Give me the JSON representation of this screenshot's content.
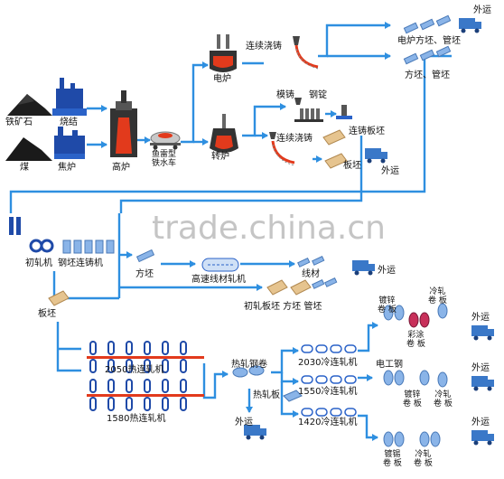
{
  "colors": {
    "flow": "#2e8fe0",
    "steel_dark": "#2a2a2a",
    "molten": "#e23a1c",
    "coil_blue": "#8ab4e8",
    "slab_tan": "#e6c48f",
    "truck_blue": "#3a78c8"
  },
  "watermark": "trade.china.cn",
  "labels": {
    "iron_ore": "铁矿石",
    "sinter": "烧结",
    "coal": "煤",
    "coke_oven": "焦炉",
    "blast_furnace": "高炉",
    "torpedo_car": "鱼雷型\n铁水车",
    "eaf": "电炉",
    "bof": "转炉",
    "ccm_top": "连续浇铸",
    "eaf_products": "电炉方坯、管坯",
    "billet_pipe_top": "方坯、管坯",
    "ingot_casting": "模铸",
    "ingot": "钢锭",
    "ccm_mid": "连续浇铸",
    "slab_caster": "连铸板坯",
    "slab_mid": "板坯",
    "ship_out_1": "外运",
    "ship_out_top": "外运",
    "blooming_mill": "初轧机",
    "billet_caster": "钢坯连铸机",
    "billet": "方坯",
    "wire_mill": "高速线材轧机",
    "wire_rod": "线材",
    "ship_out_2": "外运",
    "slab_low": "板坯",
    "primary_products": "初轧板坯  方坯  管坯",
    "hsm_2050": "2050热连轧机",
    "hsm_1580": "1580热连轧机",
    "hot_coil": "热轧钢卷",
    "hot_sheet": "热轧板",
    "ship_out_3": "外运",
    "cold_2030": "2030冷连轧机",
    "cold_1550": "1550冷连轧机",
    "cold_1420": "1420冷连轧机",
    "galv_coil_1": "镀锌\n卷 板",
    "cold_coil_1": "冷轧\n卷 板",
    "color_coated": "彩涂\n卷 板",
    "electrical_steel": "电工钢",
    "galv_coil_2": "镀锌\n卷 板",
    "cold_coil_2": "冷轧\n卷 板",
    "tin_coil": "镀锡\n卷 板",
    "cold_coil_3": "冷轧\n卷 板",
    "ship_out_r1": "外运",
    "ship_out_r2": "外运",
    "ship_out_r3": "外运"
  }
}
